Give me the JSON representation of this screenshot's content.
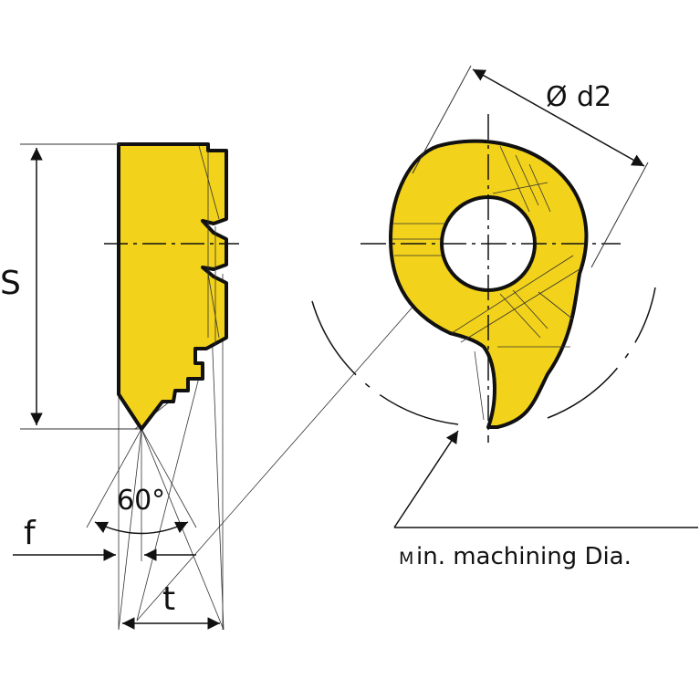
{
  "labels": {
    "s": "S",
    "f": "f",
    "t": "t",
    "angle": "60°",
    "diameter_symbol": "Ø",
    "diameter_name": "d2",
    "min_dia_prefix": "M",
    "min_dia_rest": "in. machining Dia."
  },
  "colors": {
    "insert_fill": "#f2d21a",
    "outline": "#111111",
    "line": "#333333"
  }
}
